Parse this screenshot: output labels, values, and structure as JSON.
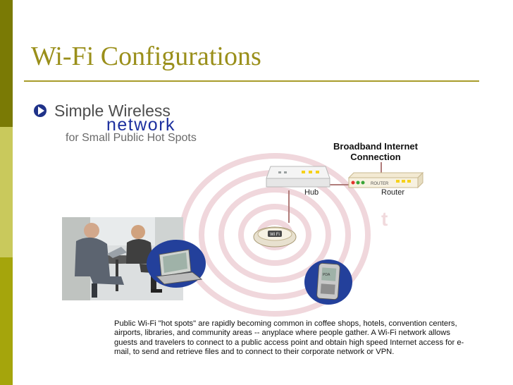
{
  "slide": {
    "title": "Wi-Fi Configurations",
    "colors": {
      "title": "#9a8f1a",
      "sidebar_dark": "#7a7a05",
      "sidebar_mid": "#a5a50c",
      "sidebar_light": "#c9c95c",
      "rule": "#a89c2a"
    }
  },
  "diagram": {
    "heading_line1": "Simple Wireless",
    "heading_line2": "network",
    "heading_line3": "for Small Public Hot Spots",
    "broadband_line1": "Broadband Internet",
    "broadband_line2": "Connection",
    "hub_label": "Hub",
    "router_label": "Router",
    "router_box_text": "ROUTER",
    "ap_badge": "Wi Fi",
    "pda_badge": "PDA",
    "icons": [
      "play-bullet-icon",
      "hub-icon",
      "router-icon",
      "access-point-icon",
      "laptop-icon",
      "pda-icon",
      "people-photo"
    ]
  },
  "caption": "Public Wi-Fi \"hot spots\" are rapidly becoming common in coffee shops, hotels, convention centers, airports, libraries, and community areas -- anyplace where people gather. A Wi-Fi network allows guests and travelers to connect to a public access point and obtain high speed Internet access for e-mail, to send and retrieve files and to connect to their corporate network or VPN."
}
